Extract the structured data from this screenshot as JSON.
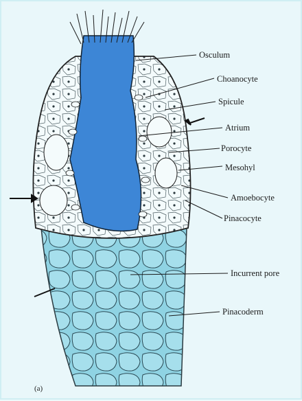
{
  "diagram": {
    "caption": "(a)",
    "labels": [
      {
        "id": "osculum",
        "text": "Osculum"
      },
      {
        "id": "choanocyte",
        "text": "Choanocyte"
      },
      {
        "id": "spicule",
        "text": "Spicule"
      },
      {
        "id": "atrium",
        "text": "Atrium"
      },
      {
        "id": "porocyte",
        "text": "Porocyte"
      },
      {
        "id": "mesohyl",
        "text": "Mesohyl"
      },
      {
        "id": "amoebocyte",
        "text": "Amoebocyte"
      },
      {
        "id": "pinacocyte",
        "text": "Pinacocyte"
      },
      {
        "id": "incurrent_pore",
        "text": "Incurrent pore"
      },
      {
        "id": "pinacoderm",
        "text": "Pinacoderm"
      }
    ],
    "colors": {
      "atrium_blue": "#3d86d6",
      "pinacoderm_cyan": "#8fd3e3",
      "wall_white": "#f4fbfc",
      "line": "#222222",
      "background": "#e9f7fa"
    }
  }
}
